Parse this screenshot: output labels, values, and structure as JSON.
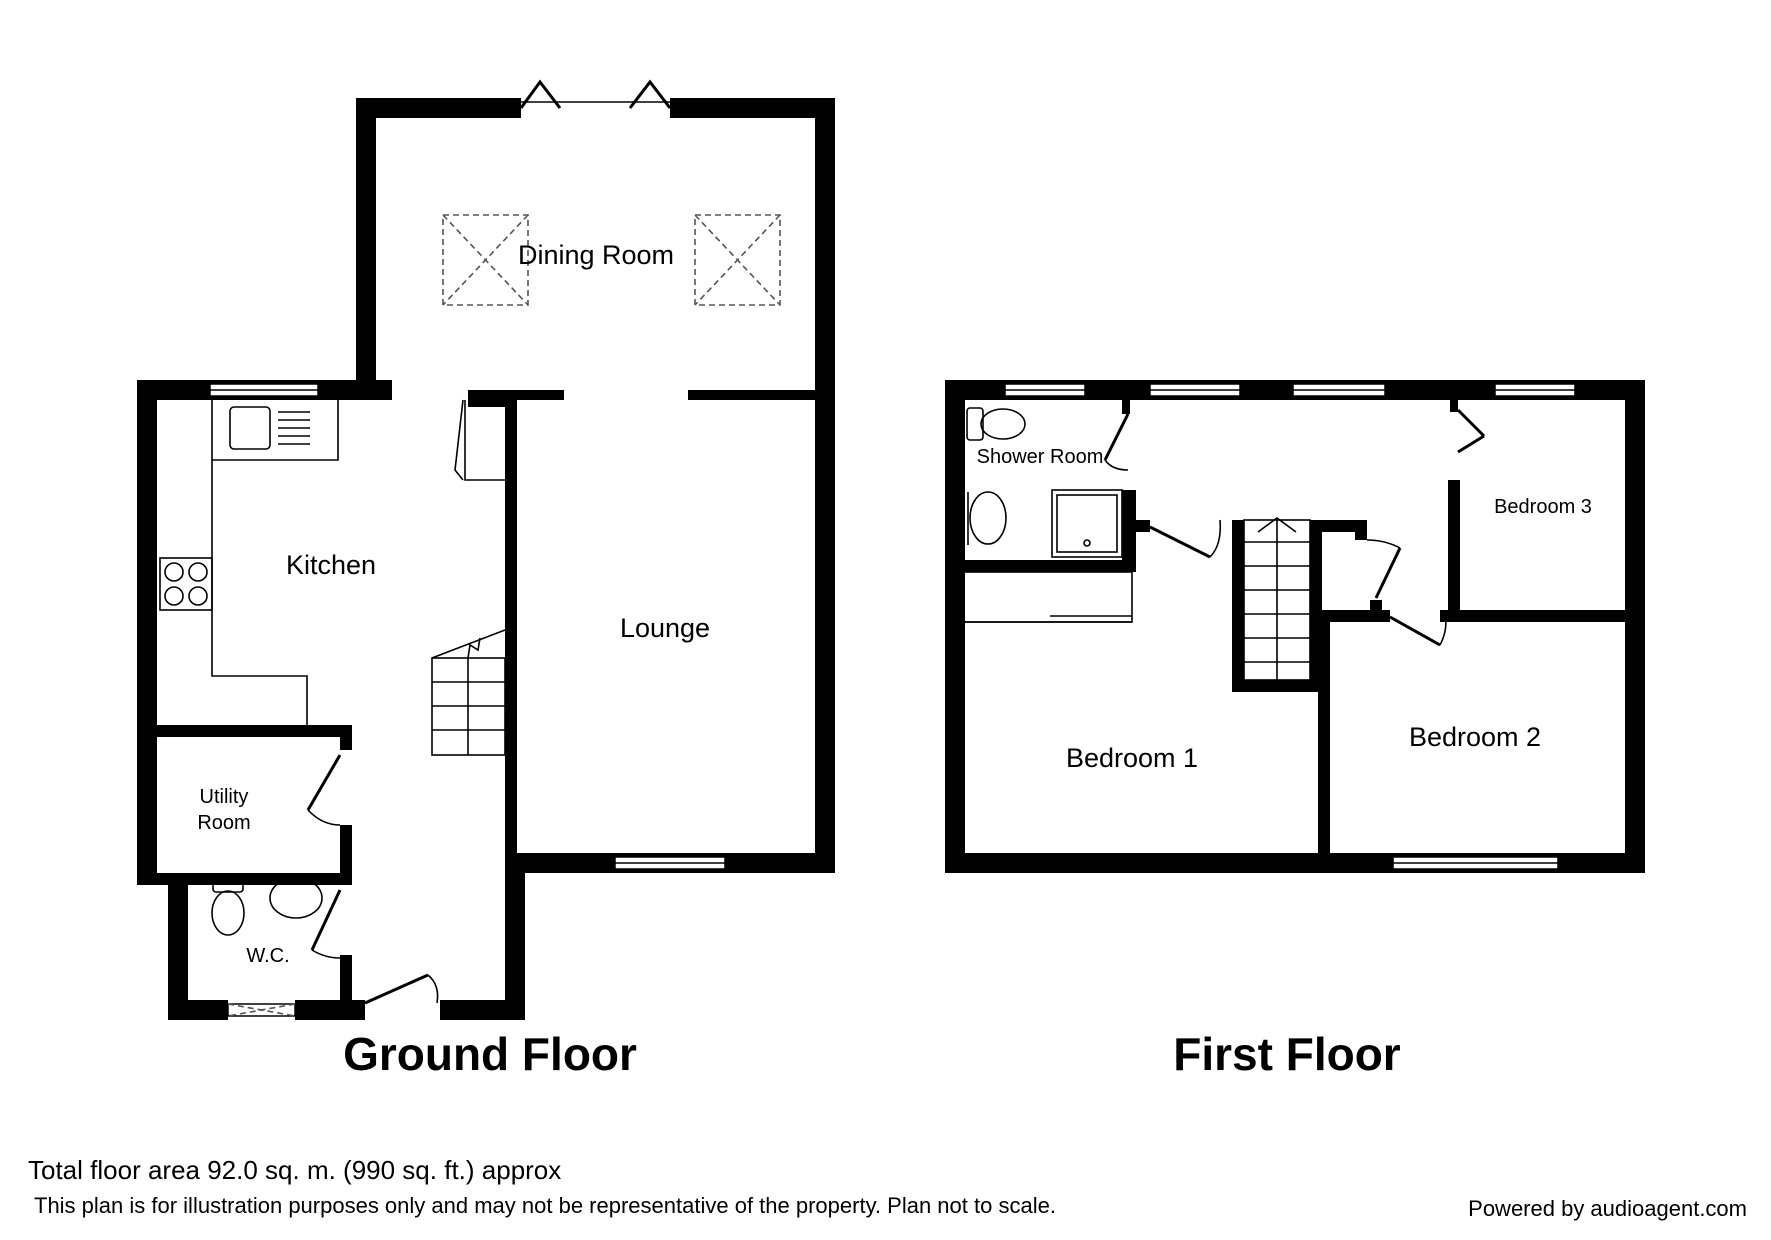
{
  "floors": [
    {
      "title": "Ground Floor",
      "rooms": [
        "Dining Room",
        "Kitchen",
        "Lounge",
        "Utility",
        "Room",
        "W.C."
      ]
    },
    {
      "title": "First Floor",
      "rooms": [
        "Shower Room",
        "Bedroom 3",
        "Bedroom 1",
        "Bedroom 2"
      ]
    }
  ],
  "footer": {
    "total_area": "Total floor area 92.0 sq. m. (990 sq. ft.) approx",
    "disclaimer": "This plan is for illustration purposes only and may not be representative of the property. Plan not to scale.",
    "powered_by": "Powered by audioagent.com"
  }
}
